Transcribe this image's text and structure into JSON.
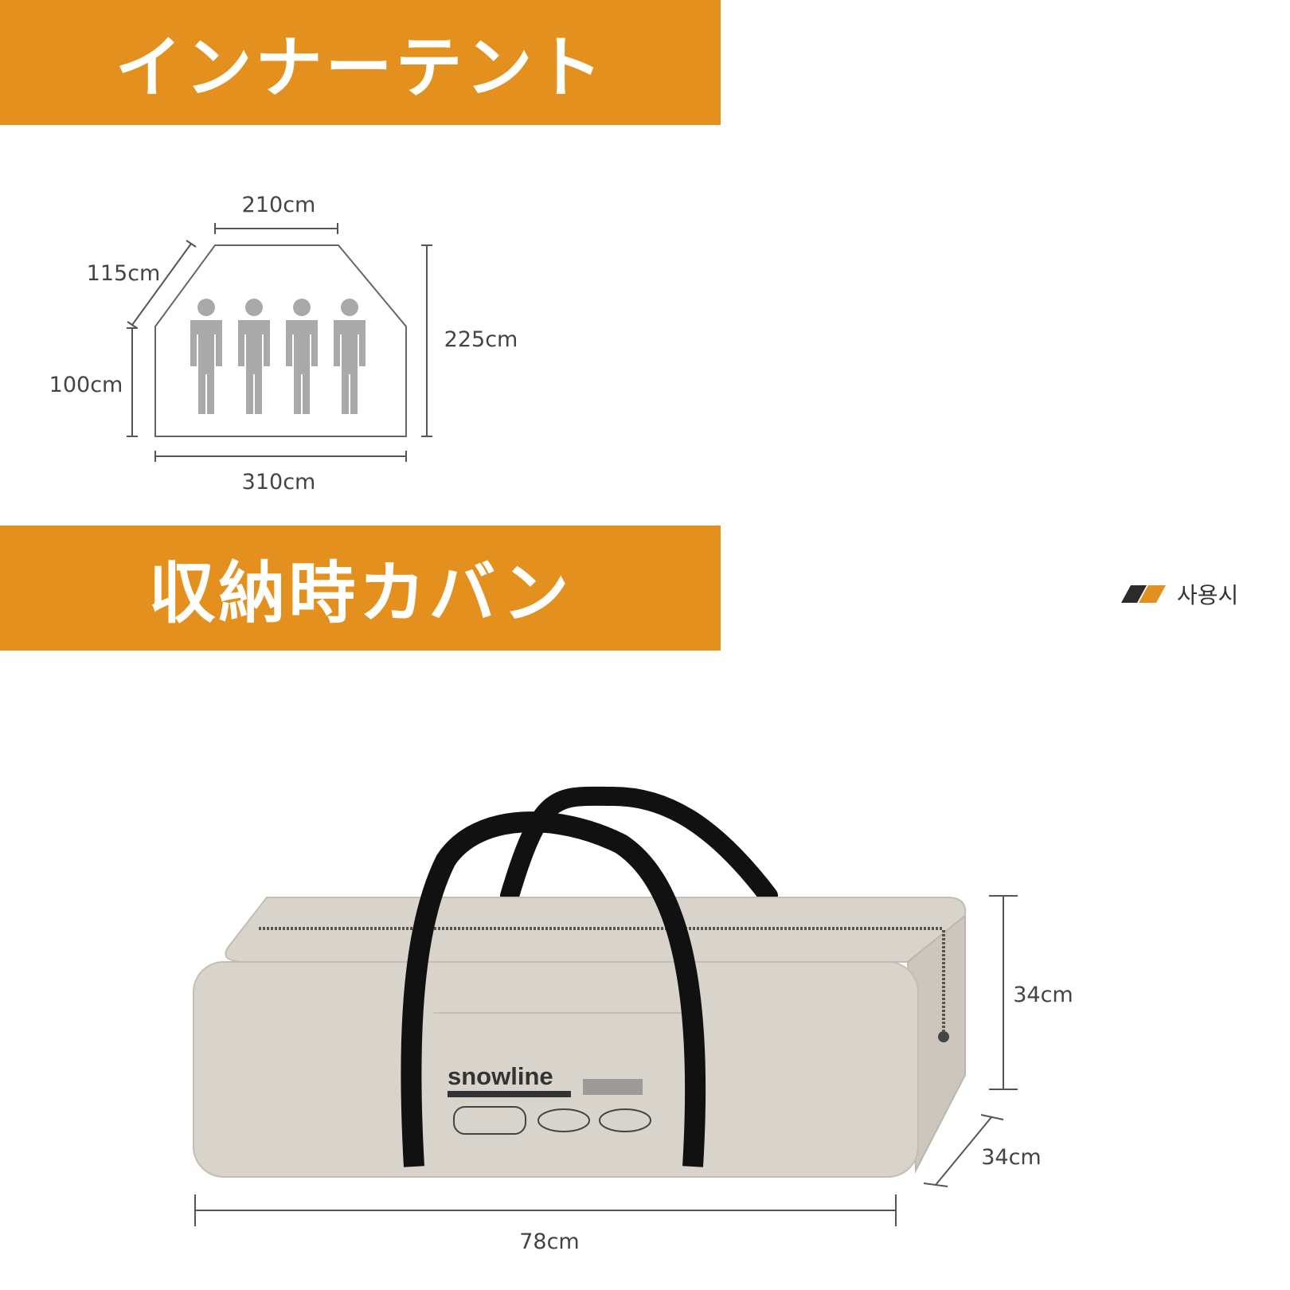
{
  "sections": {
    "inner_tent_title": "インナーテント",
    "bag_title": "収納時カバン"
  },
  "inner_tent": {
    "dims": {
      "top": "210cm",
      "slant": "115cm",
      "side": "100cm",
      "depth": "225cm",
      "bottom": "310cm"
    },
    "person_count": 4
  },
  "legend": {
    "label": "사용시",
    "colors": [
      "#2b2b2b",
      "#e3901e"
    ]
  },
  "bag": {
    "brand": "snowline",
    "dims": {
      "height": "34cm",
      "depth": "34cm",
      "length": "78cm"
    },
    "colors": {
      "body": "#d8d3cb",
      "handle": "#111111"
    }
  }
}
